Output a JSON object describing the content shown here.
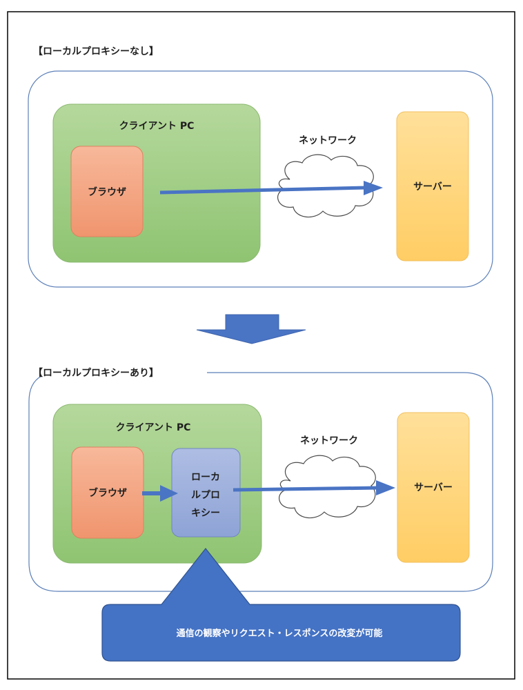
{
  "top_section": {
    "heading": "【ローカルプロキシーなし】",
    "client_label": "クライアント PC",
    "browser_label": "ブラウザ",
    "network_label": "ネットワーク",
    "server_label": "サーバー"
  },
  "bottom_section": {
    "heading": "【ローカルプロキシーあり】",
    "client_label": "クライアント PC",
    "browser_label": "ブラウザ",
    "proxy_label_lines": [
      "ローカ",
      "ルプロ",
      "キシー"
    ],
    "network_label": "ネットワーク",
    "server_label": "サーバー"
  },
  "callout": {
    "text": "通信の観察やリクエスト・レスポンスの改変が可能"
  },
  "colors": {
    "section_border": "#5b7fb8",
    "client_fill": "#a8d08d",
    "client_border": "#8ab86e",
    "browser_fill": "#f4a582",
    "browser_border": "#e08060",
    "server_fill": "#ffd680",
    "server_border": "#f0c060",
    "proxy_fill": "#9fb1dd",
    "proxy_border": "#6f86c4",
    "arrow": "#4a74c4",
    "callout_fill": "#4472c4",
    "callout_border": "#2f528f"
  }
}
